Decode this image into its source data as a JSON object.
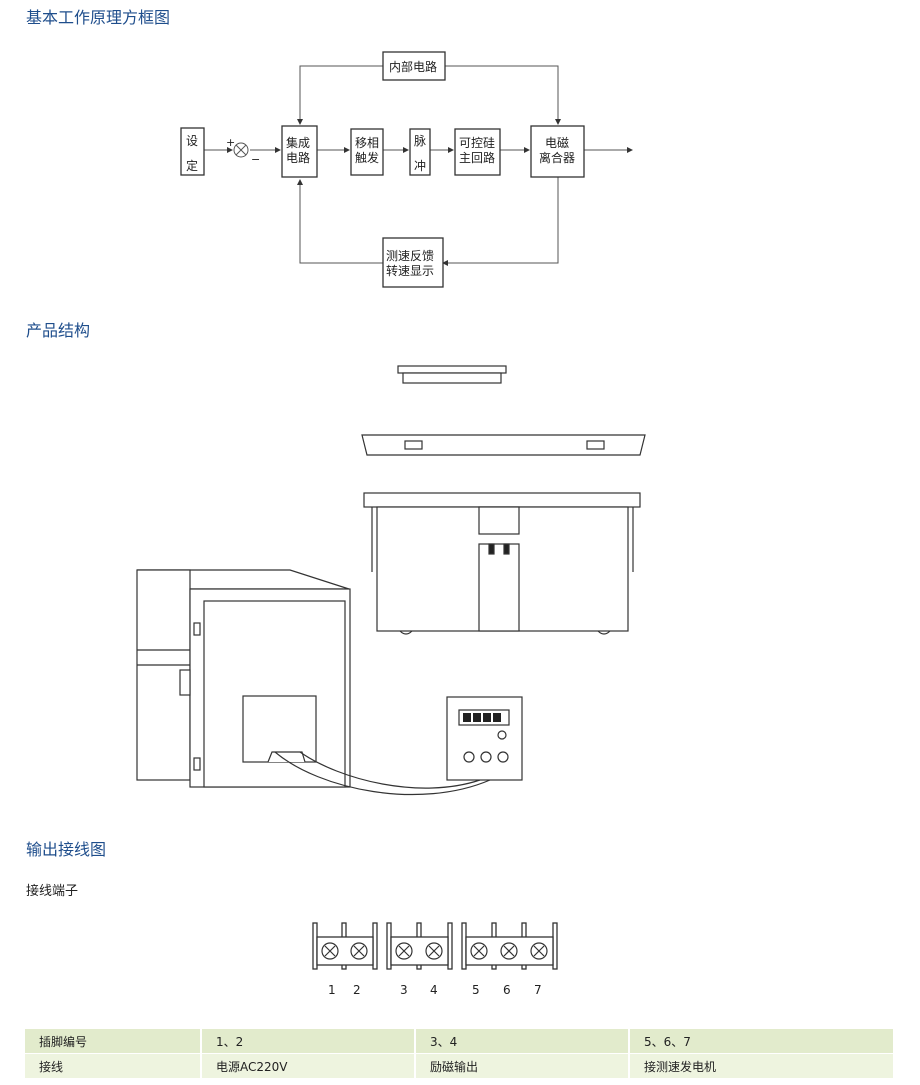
{
  "sections": {
    "block_diagram": "基本工作原理方框图",
    "structure": "产品结构",
    "wiring": "输出接线图"
  },
  "blocks": {
    "setting": [
      "设",
      "定"
    ],
    "plus": "+",
    "minus": "−",
    "ic": [
      "集成",
      "电路"
    ],
    "phase": [
      "移相",
      "触发"
    ],
    "pulse": [
      "脉",
      "冲"
    ],
    "scr": [
      "可控硅",
      "主回路"
    ],
    "clutch": [
      "电磁",
      "离合器"
    ],
    "internal": "内部电路",
    "feedback": [
      "测速反馈",
      "转速显示"
    ]
  },
  "terminals": {
    "label": "接线端子",
    "numbers": [
      "1",
      "2",
      "3",
      "4",
      "5",
      "6",
      "7"
    ]
  },
  "table": {
    "rows": [
      [
        "插脚编号",
        "1、2",
        "3、4",
        "5、6、7"
      ],
      [
        "接线",
        "电源AC220V",
        "励磁输出",
        "接测速发电机"
      ]
    ]
  },
  "colors": {
    "heading": "#1f4e8c",
    "table_header": "#e2ebcc",
    "table_row": "#eef4df"
  }
}
